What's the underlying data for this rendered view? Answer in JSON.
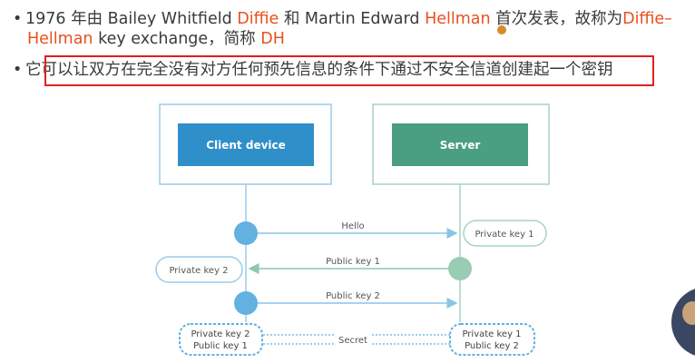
{
  "bullets": {
    "line1": {
      "pre": "1976 年由 Bailey Whitfield ",
      "name1": "Diffie",
      "mid": " 和 Martin Edward ",
      "name2": "Hellman",
      "post": " 首次发表，故称为",
      "term": "Diffie–"
    },
    "line1b": {
      "term_cont": "Hellman",
      "post": " key exchange，简称 ",
      "abbr": "DH"
    },
    "line2": {
      "text": "它可以让双方在完全没有对方任何预先信息的条件下通过不安全信道创建起一个密钥"
    }
  },
  "diagram": {
    "client_label": "Client device",
    "server_label": "Server",
    "msg_hello": "Hello",
    "msg_pub1": "Public key 1",
    "msg_pub2": "Public key 2",
    "server_priv": "Private key 1",
    "client_priv": "Private key 2",
    "client_final_1": "Private key 2",
    "client_final_2": "Public key 1",
    "server_final_1": "Private key 1",
    "server_final_2": "Public key 2",
    "secret": "Secret"
  },
  "colors": {
    "highlight": "#e8501e",
    "client_box": "#2e8fc9",
    "server_box": "#4a9e82",
    "client_dot": "#62b1e0",
    "server_dot": "#9acbb3",
    "frame_client": "#9ccbe9",
    "frame_server": "#a5d3c1",
    "annotation_box": "#e02020"
  }
}
